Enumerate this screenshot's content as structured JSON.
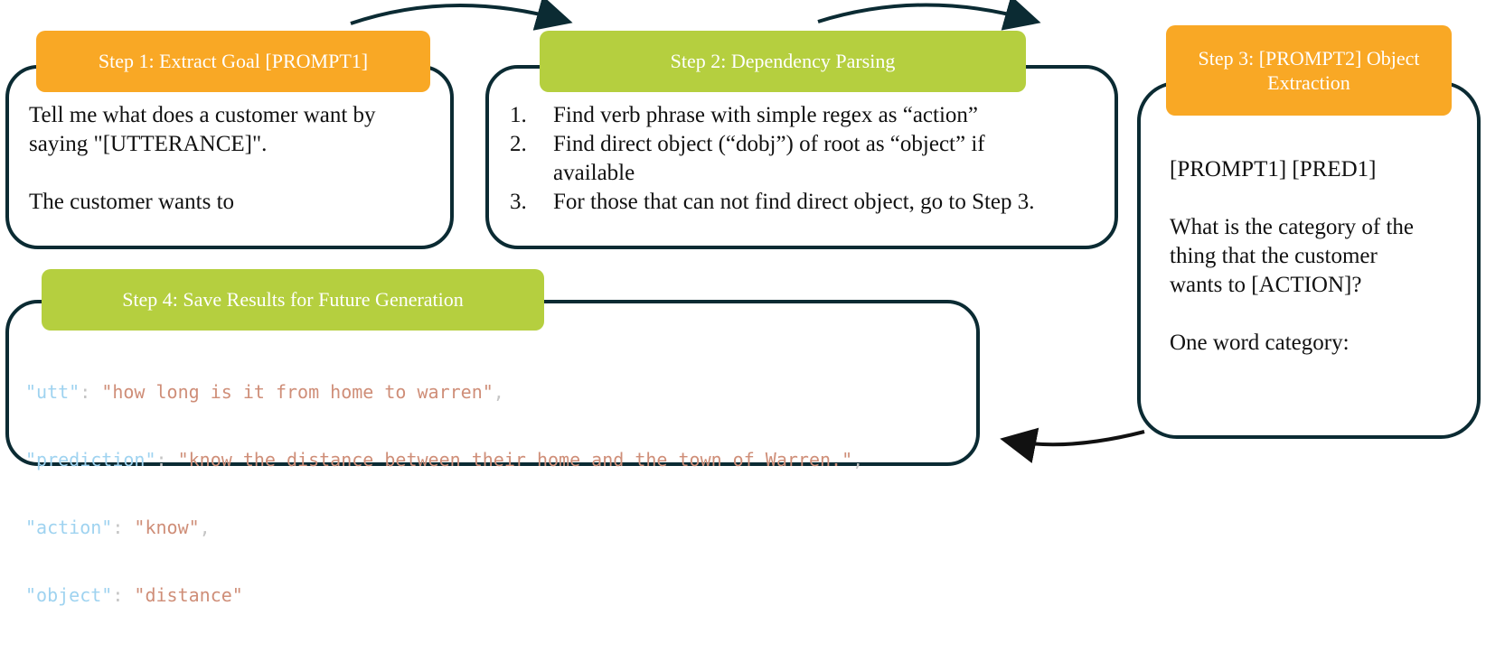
{
  "step1": {
    "title": "Step 1:  Extract Goal [PROMPT1]",
    "line1": "Tell me what does a customer want by",
    "line2": "saying \"[UTTERANCE]\".",
    "line3": "The customer wants to"
  },
  "step2": {
    "title": "Step 2: Dependency Parsing",
    "items": [
      {
        "num": "1.",
        "text": "Find verb phrase with simple regex as “action”"
      },
      {
        "num": "2.",
        "text": "Find direct object (“dobj”) of root as “object” if available"
      },
      {
        "num": "3.",
        "text": "For those that can not find direct object, go to Step 3."
      }
    ]
  },
  "step3": {
    "title_line1": "Step 3: [PROMPT2] Object",
    "title_line2": "Extraction",
    "line1": "[PROMPT1] [PRED1]",
    "line2": "What is the category of the",
    "line3": "thing that the customer",
    "line4": "wants to [ACTION]?",
    "line5": "One word category:"
  },
  "step4": {
    "title": "Step 4: Save Results for Future Generation",
    "rows": [
      {
        "key": "\"utt\"",
        "value": "\"how long is it from home to warren\"",
        "trail": ","
      },
      {
        "key": "\"prediction\"",
        "value": "\"know the distance between their home and the town of Warren.\"",
        "trail": ","
      },
      {
        "key": "\"action\"",
        "value": "\"know\"",
        "trail": ","
      },
      {
        "key": "\"object\"",
        "value": "\"distance\"",
        "trail": ""
      }
    ]
  },
  "colors": {
    "orange": "#f9a825",
    "green": "#b5cf3f",
    "border": "#0b2b33",
    "json_key": "#9fd3f0",
    "json_value": "#cf8e78"
  }
}
